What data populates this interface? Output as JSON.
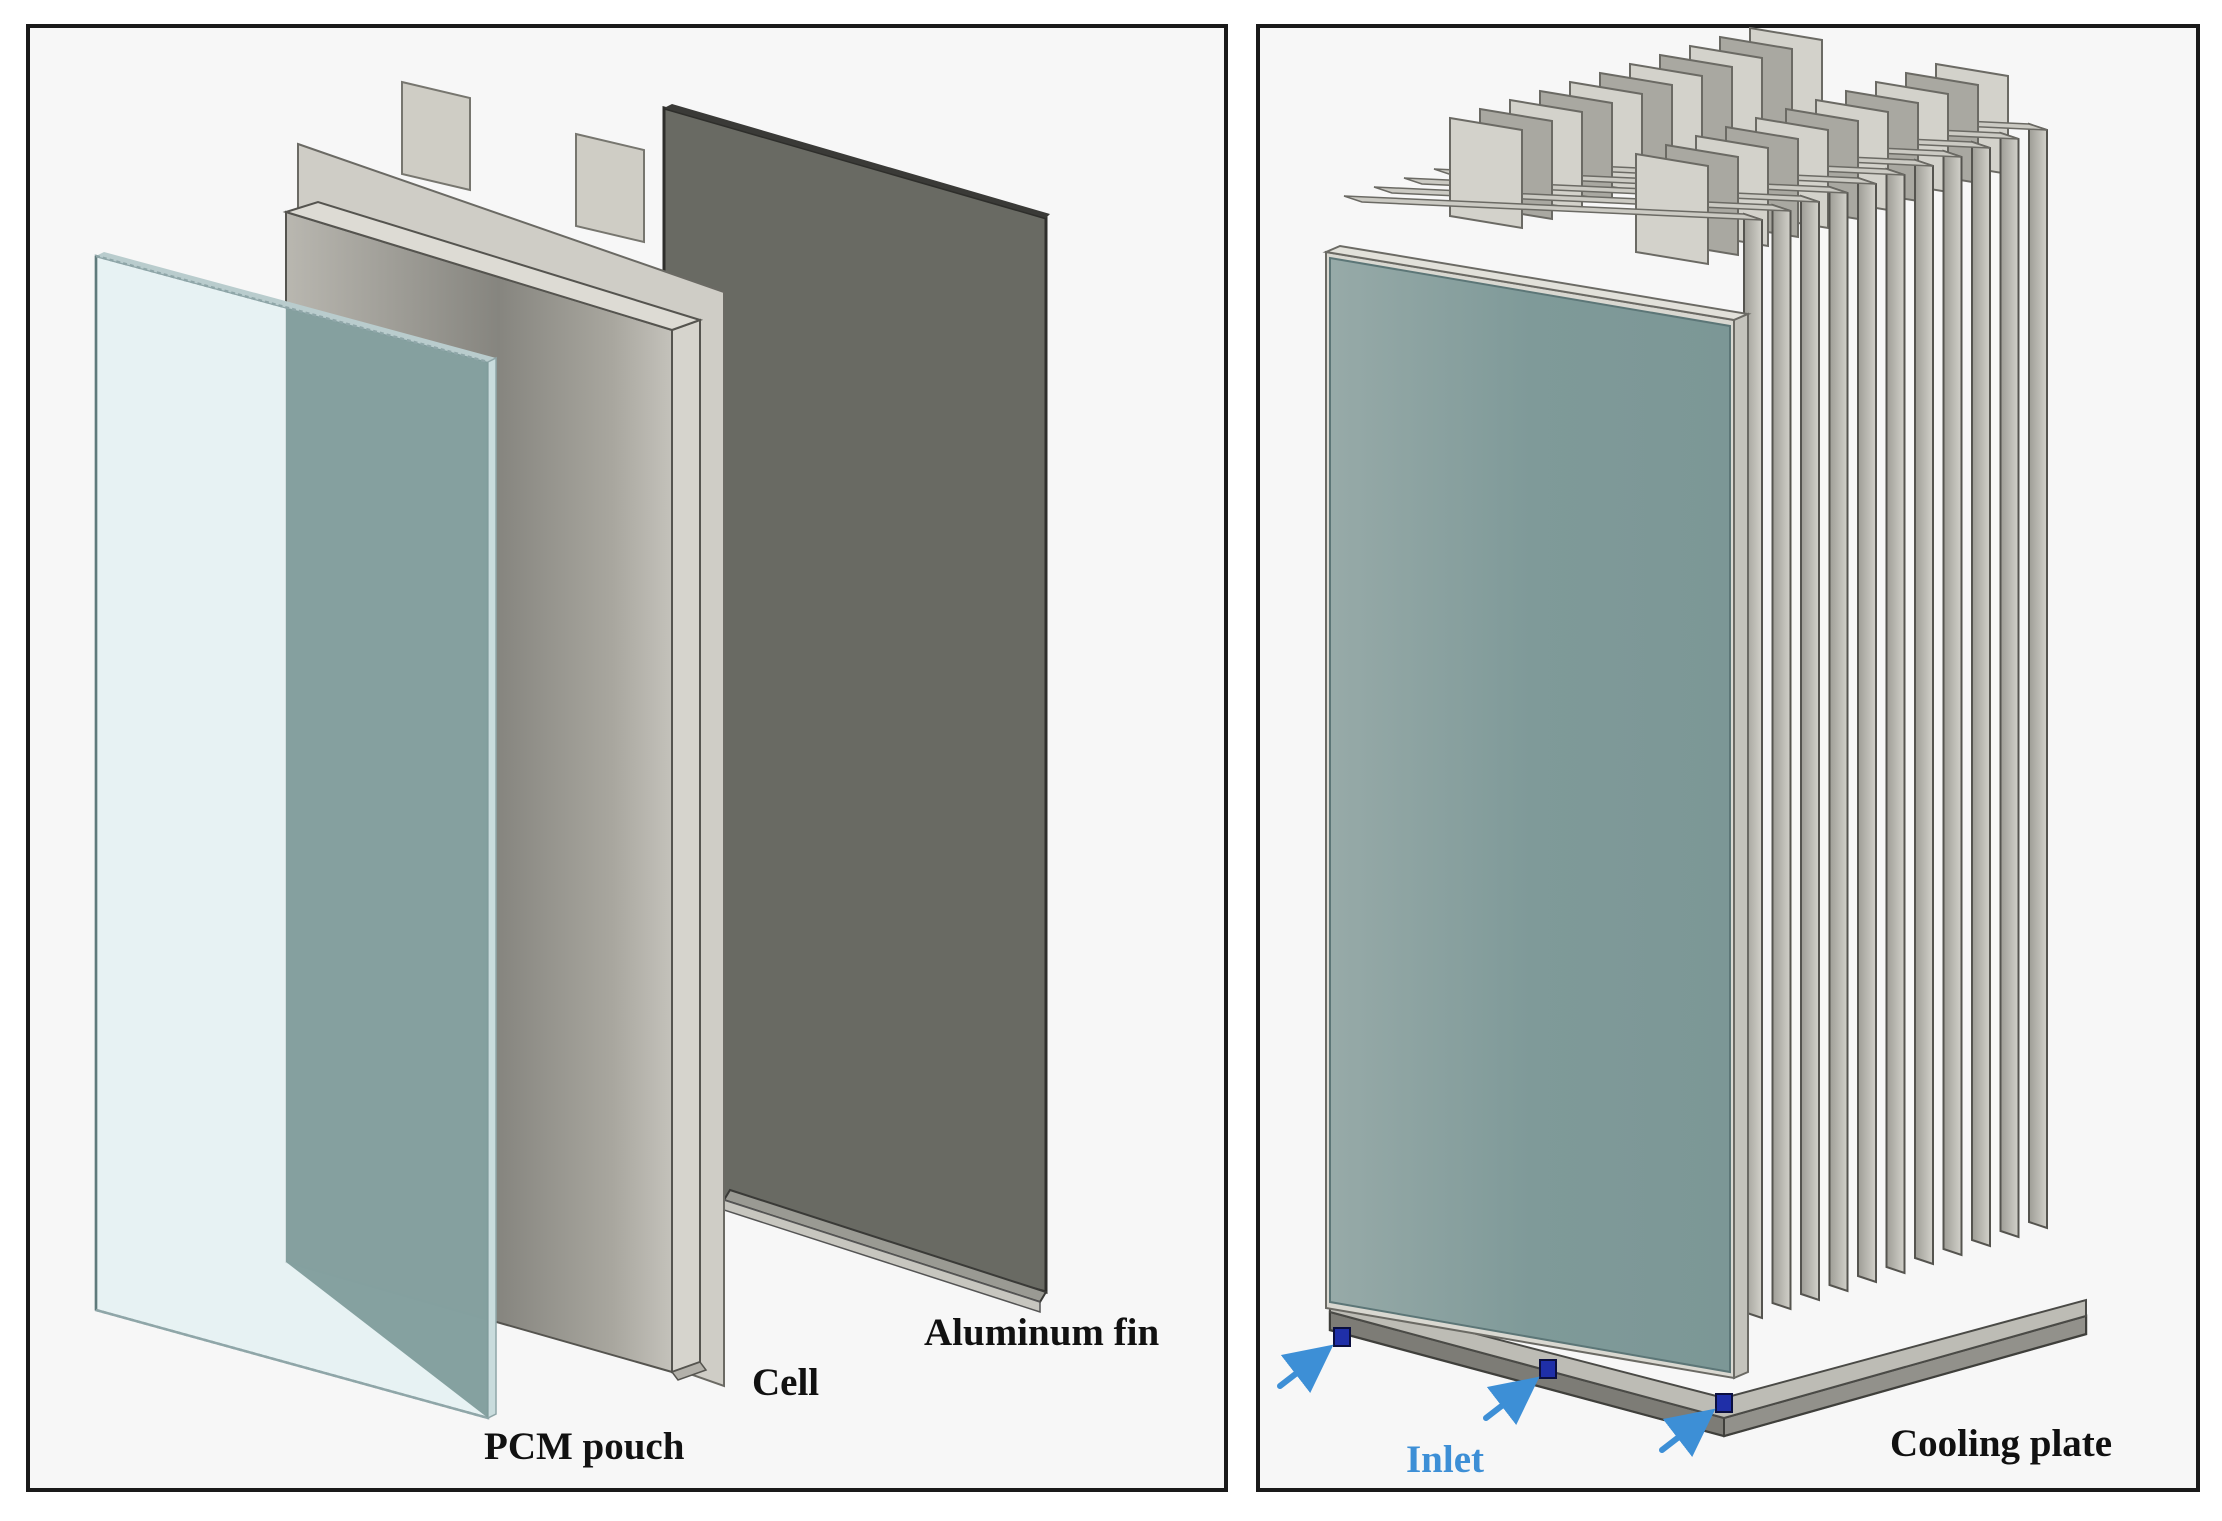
{
  "labels": {
    "aluminum_fin": "Aluminum fin",
    "cell": "Cell",
    "pcm_pouch": "PCM pouch",
    "inlet": "Inlet",
    "cooling_plate": "Cooling plate"
  },
  "colors": {
    "frame_border": "#1a1a1a",
    "panel_bg": "#f7f7f7",
    "pcm_pouch": "#dfeef0",
    "pcm_overlap": "#7f9c9b",
    "cell_body": "#c8c6be",
    "cell_face_gradient": [
      "#7f7e78",
      "#a8a69e",
      "#cfcdc6"
    ],
    "aluminum_fin": "#696a63",
    "cooling_plate": "#8a8a84",
    "inlet_arrow": "#3d8fd6",
    "inlet_port": "#1f2fa8",
    "pack_front": "#7f9c9b"
  }
}
